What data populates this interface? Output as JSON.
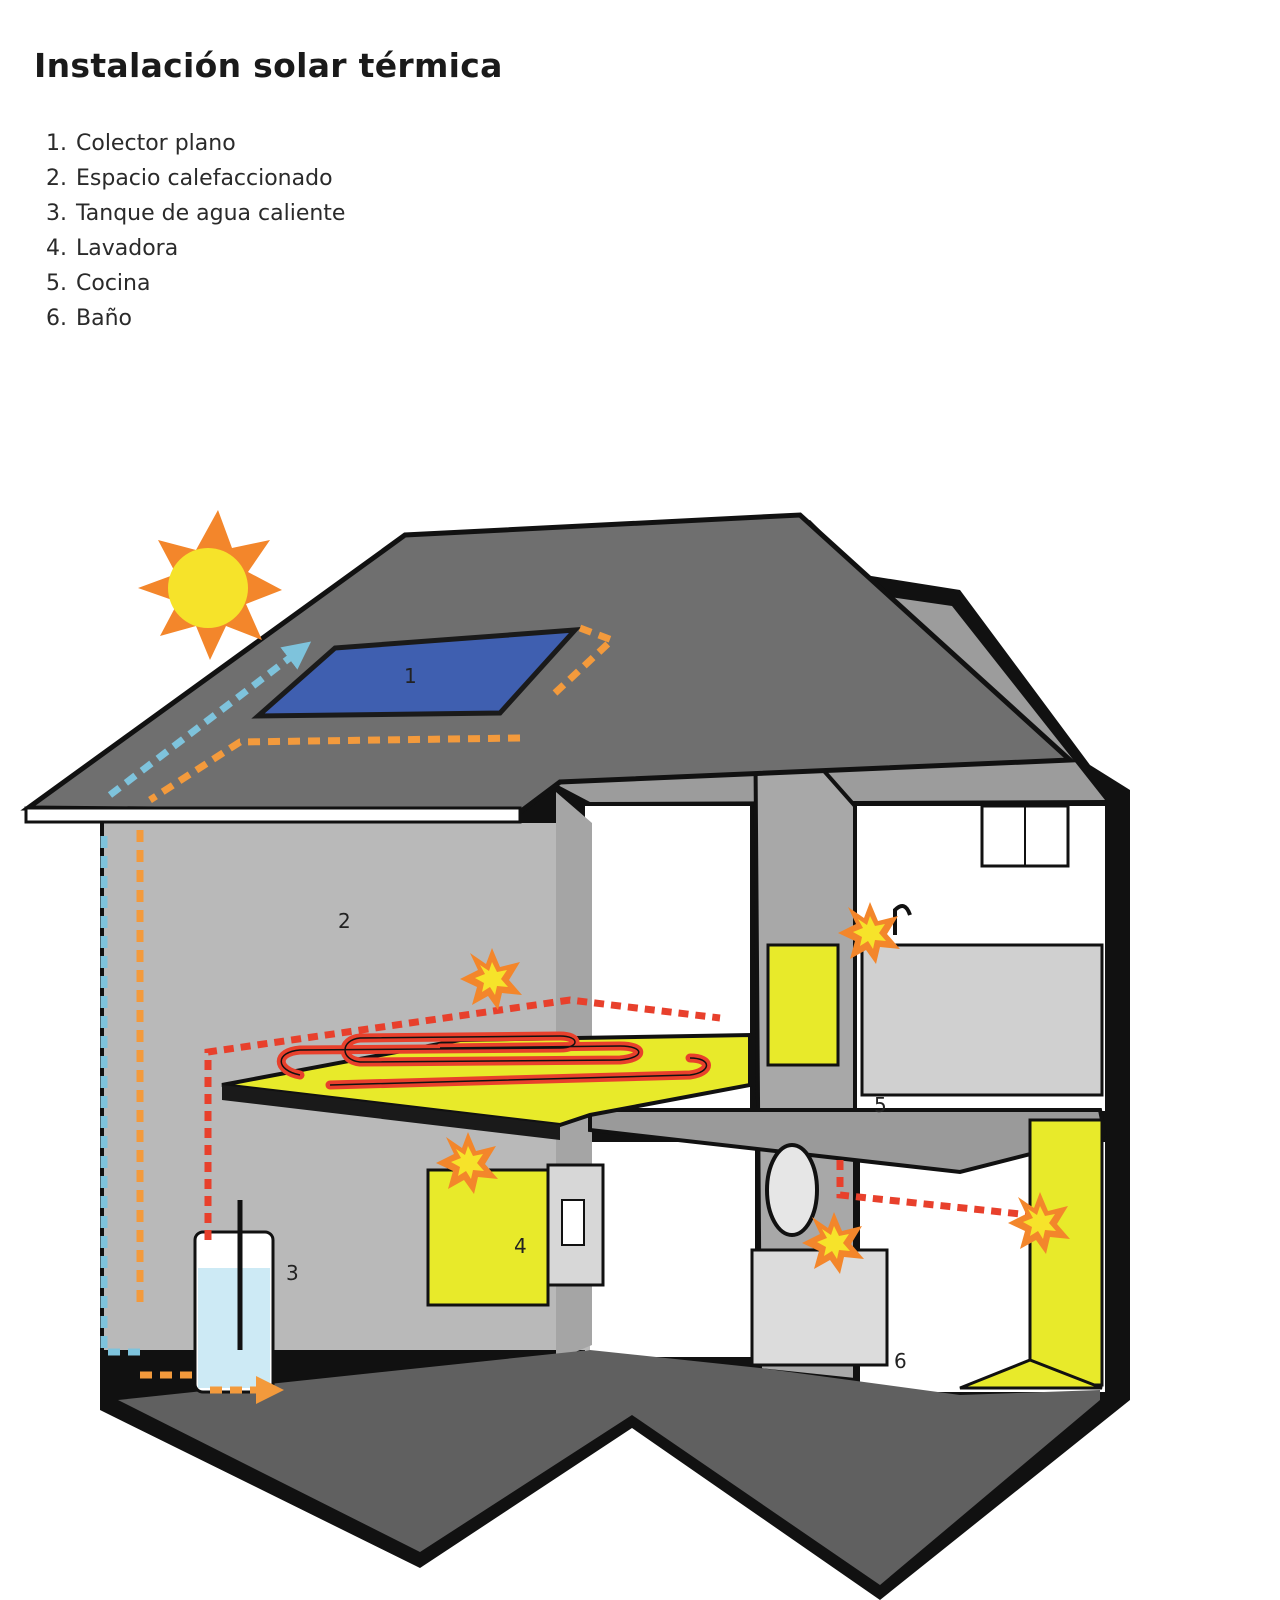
{
  "title": "Instalación solar térmica",
  "legend": [
    {
      "num": "1.",
      "label": "Colector plano"
    },
    {
      "num": "2.",
      "label": "Espacio calefaccionado"
    },
    {
      "num": "3.",
      "label": "Tanque de agua caliente"
    },
    {
      "num": "4.",
      "label": "Lavadora"
    },
    {
      "num": "5.",
      "label": "Cocina"
    },
    {
      "num": "6.",
      "label": "Baño"
    }
  ],
  "diagram_labels": {
    "collector": "1",
    "heated_space": "2",
    "tank": "3",
    "washer": "4",
    "kitchen": "5",
    "bathroom": "6"
  },
  "colors": {
    "roof": "#6f6f6f",
    "wall": "#b9b9b9",
    "outline": "#111111",
    "collector": "#3f5fb0",
    "hot_line": "#e8402c",
    "warm_line": "#f39a3c",
    "cold_line": "#7ec3dc",
    "accent_yellow": "#e8ea2a",
    "sun": "#f6e32a",
    "sun_rays": "#f3862b"
  }
}
